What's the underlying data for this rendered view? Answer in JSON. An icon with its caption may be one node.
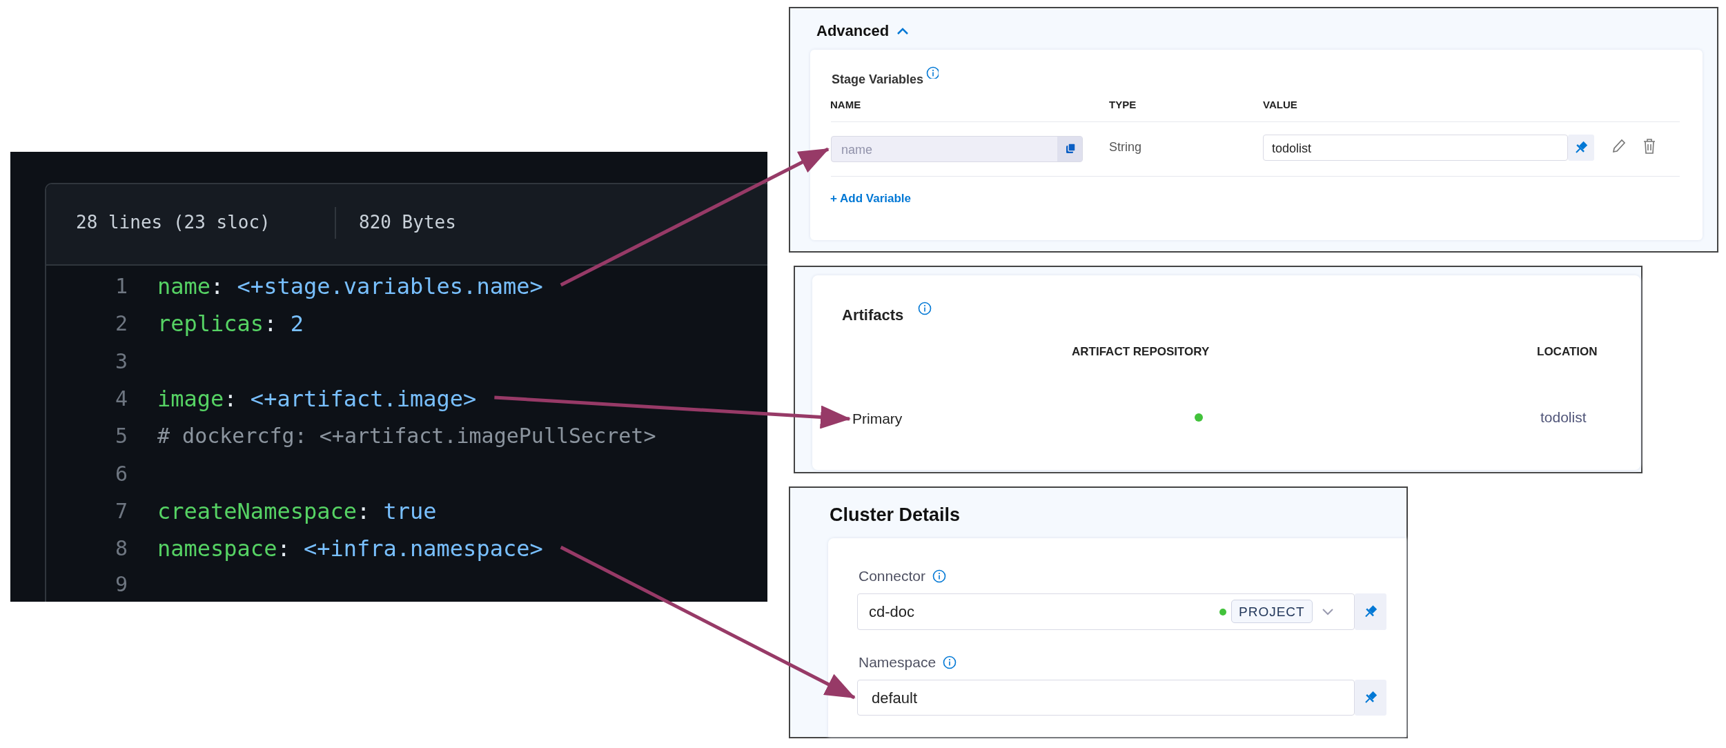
{
  "diagram": {
    "nodes": [
      {
        "text": [
          "28 lines (23 sloc)",
          "820 Bytes"
        ]
      },
      {
        "text": [
          "name: <+stage.variables.name>"
        ],
        "in": 0
      },
      {
        "text": [
          "image: <+artifact.image>"
        ],
        "in": 0
      },
      {
        "text": [
          "namespace: <+infra.namespace>"
        ],
        "in": 0
      },
      {
        "text": [
          "Advanced"
        ]
      },
      {
        "text": [
          "Stage Variables"
        ],
        "in": 4
      },
      {
        "text": [
          "name"
        ],
        "in": 5
      },
      {
        "text": [
          "Artifacts"
        ]
      },
      {
        "text": [
          "Primary"
        ],
        "in": 7
      },
      {
        "text": [
          "Cluster Details"
        ]
      },
      {
        "text": [
          "cd-doc",
          "PROJECT"
        ],
        "in": 9,
        "beside": [
          "Connector"
        ]
      },
      {
        "text": [
          "default"
        ],
        "in": 9,
        "beside": [
          "Namespace"
        ]
      }
    ],
    "edges": [
      {
        "from": 1,
        "to": 6,
        "arrow": "to"
      },
      {
        "from": 2,
        "to": 8,
        "arrow": "to"
      },
      {
        "from": 3,
        "to": 11,
        "arrow": "to"
      }
    ],
    "labels": [
      "1",
      "2",
      "replicas: 2",
      "3",
      "4",
      "5",
      "# dockercfg: <+artifact.imagePullSecret>",
      "6",
      "7",
      "createNamespace: true",
      "8",
      "9",
      "NAME",
      "TYPE",
      "VALUE",
      "String",
      "todolist",
      "+ Add Variable",
      "ARTIFACT REPOSITORY",
      "LOCATION",
      "todolist"
    ]
  }
}
